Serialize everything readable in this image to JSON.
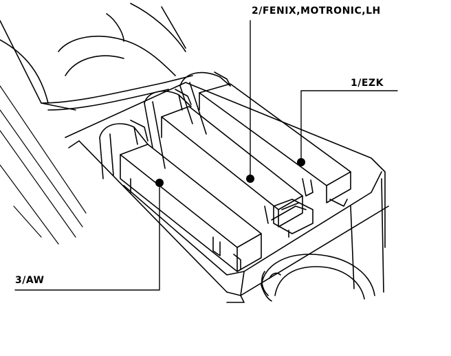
{
  "callouts": {
    "module_2": "2/FENIX,MOTRONIC,LH",
    "module_1": "1/EZK",
    "module_3": "3/AW"
  },
  "colors": {
    "ink": "#000000",
    "paper": "#ffffff"
  }
}
